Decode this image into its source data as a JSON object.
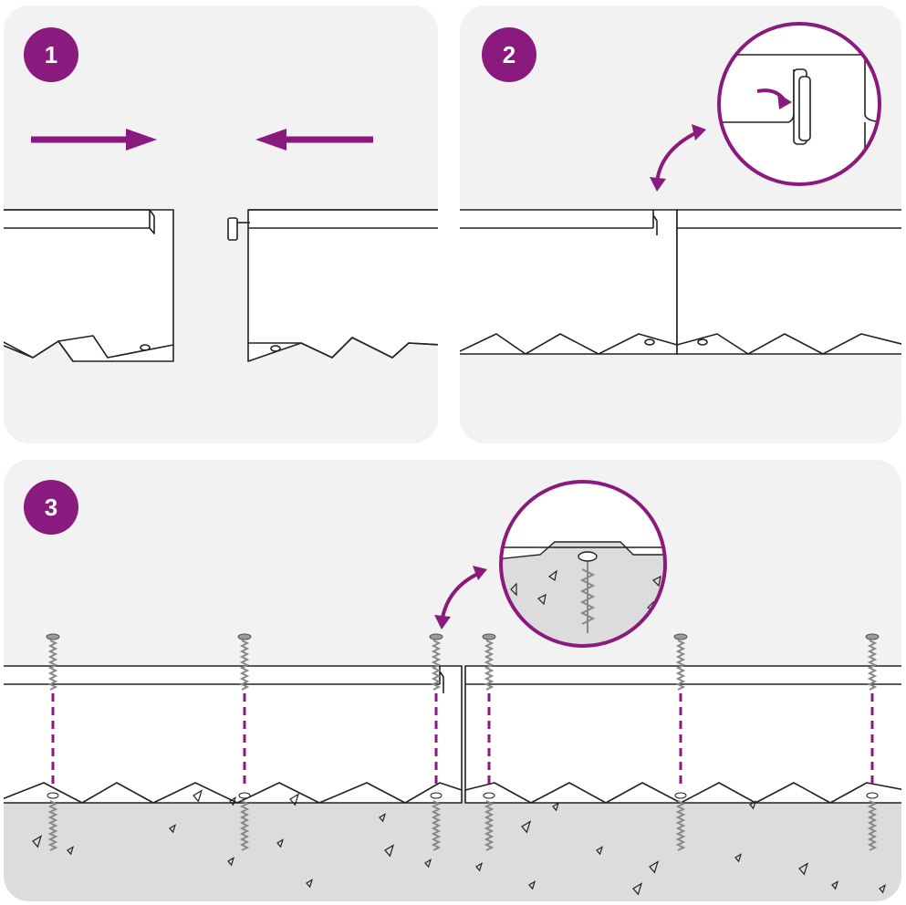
{
  "steps": [
    {
      "number": "1"
    },
    {
      "number": "2"
    },
    {
      "number": "3"
    }
  ],
  "colors": {
    "accent": "#8a1a7e",
    "panel_bg": "#f2f2f2",
    "line": "#222222",
    "edging_fill": "#ffffff",
    "soil": "#dcdcdc"
  },
  "icons": [
    "arrow-right-icon",
    "arrow-left-icon",
    "double-arrow-icon",
    "magnifier-circle-icon",
    "stake-icon"
  ]
}
